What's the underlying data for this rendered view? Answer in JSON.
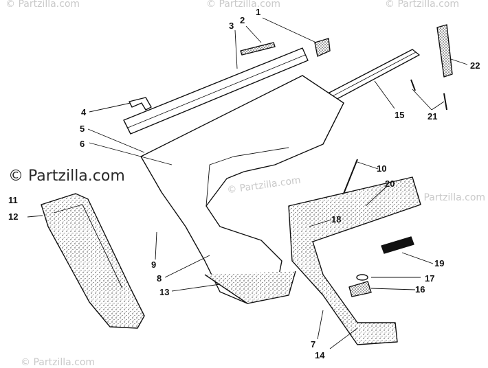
{
  "watermarks": {
    "main": "© Partzilla.com",
    "faint": [
      "© Partzilla.com",
      "© Partzilla.com",
      "© Partzilla.com",
      "© Partzilla.com",
      "© Partzilla.com",
      "© Partzilla.com"
    ]
  },
  "callouts": [
    {
      "id": "1",
      "label": "1"
    },
    {
      "id": "2",
      "label": "2"
    },
    {
      "id": "3",
      "label": "3"
    },
    {
      "id": "4",
      "label": "4"
    },
    {
      "id": "5",
      "label": "5"
    },
    {
      "id": "6",
      "label": "6"
    },
    {
      "id": "7",
      "label": "7"
    },
    {
      "id": "8",
      "label": "8"
    },
    {
      "id": "9",
      "label": "9"
    },
    {
      "id": "10",
      "label": "10"
    },
    {
      "id": "11",
      "label": "11"
    },
    {
      "id": "12",
      "label": "12"
    },
    {
      "id": "13",
      "label": "13"
    },
    {
      "id": "14",
      "label": "14"
    },
    {
      "id": "15",
      "label": "15"
    },
    {
      "id": "16",
      "label": "16"
    },
    {
      "id": "17",
      "label": "17"
    },
    {
      "id": "18",
      "label": "18"
    },
    {
      "id": "19",
      "label": "19"
    },
    {
      "id": "20",
      "label": "20"
    },
    {
      "id": "21",
      "label": "21"
    },
    {
      "id": "22",
      "label": "22"
    }
  ]
}
